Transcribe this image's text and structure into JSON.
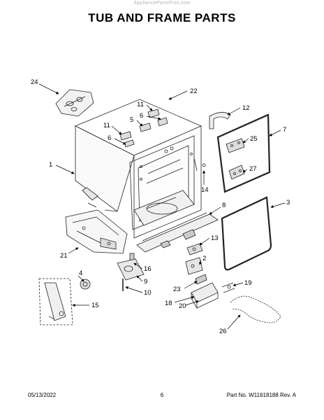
{
  "watermark": "AppliancePartsPros.com",
  "title": "TUB AND FRAME PARTS",
  "footer": {
    "date": "05/13/2022",
    "page": "6",
    "part_no": "Part No. W11618188  Rev. A"
  },
  "callouts": {
    "c24": "24",
    "c22": "22",
    "c11a": "11",
    "c6a": "6",
    "c5": "5",
    "c11b": "11",
    "c6b": "6",
    "c12": "12",
    "c7": "7",
    "c25": "25",
    "c1": "1",
    "c27": "27",
    "c14": "14",
    "c8": "8",
    "c3": "3",
    "c13": "13",
    "c21": "21",
    "c4": "4",
    "c16": "16",
    "c2": "2",
    "c9": "9",
    "c10": "10",
    "c23": "23",
    "c19": "19",
    "c15": "15",
    "c18": "18",
    "c20": "20",
    "c26": "26"
  }
}
